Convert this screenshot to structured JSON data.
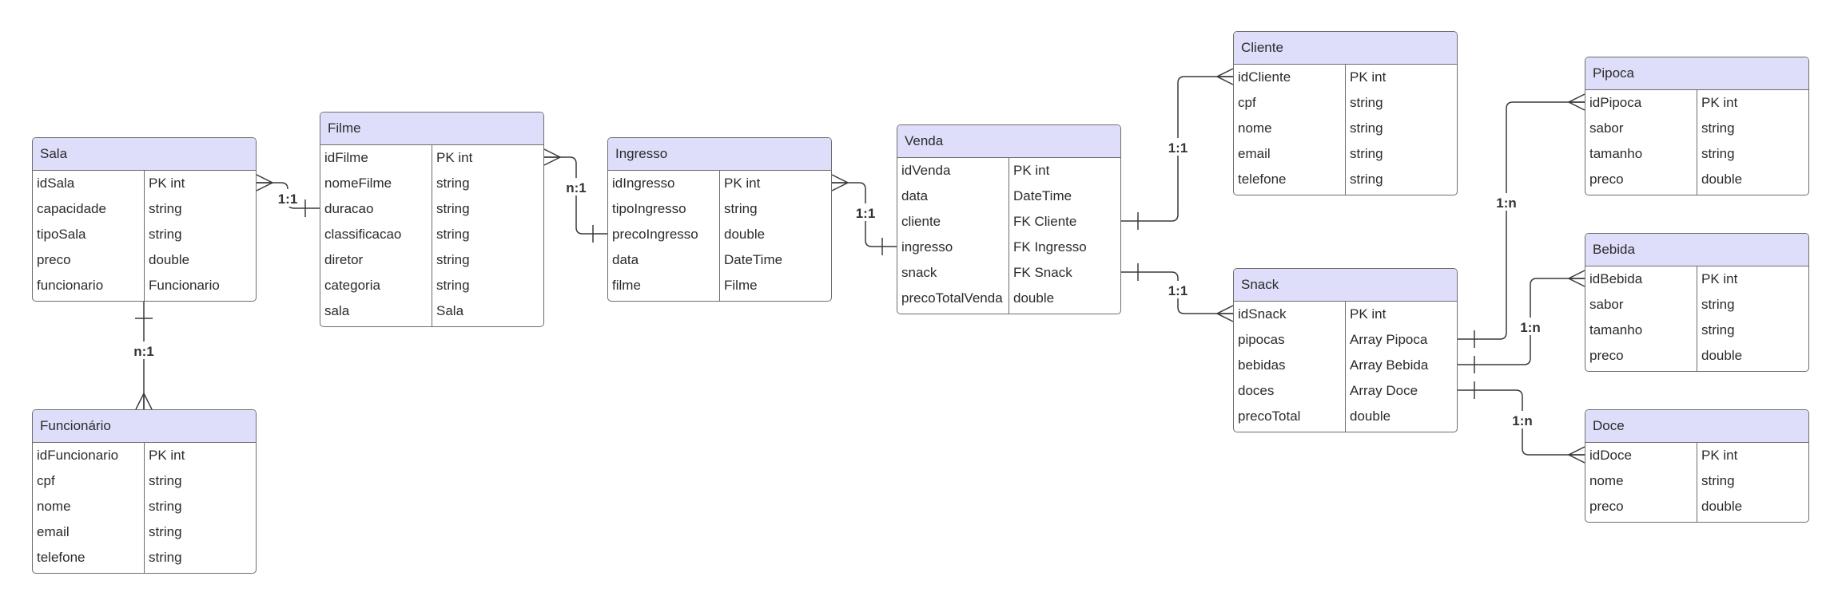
{
  "entities": [
    {
      "id": "sala",
      "title": "Sala",
      "rows": [
        {
          "name": "idSala",
          "type": "PK int"
        },
        {
          "name": "capacidade",
          "type": "string"
        },
        {
          "name": "tipoSala",
          "type": "string"
        },
        {
          "name": "preco",
          "type": "double"
        },
        {
          "name": "funcionario",
          "type": "Funcionario"
        }
      ]
    },
    {
      "id": "funcionario",
      "title": "Funcionário",
      "rows": [
        {
          "name": "idFuncionario",
          "type": "PK int"
        },
        {
          "name": "cpf",
          "type": "string"
        },
        {
          "name": "nome",
          "type": "string"
        },
        {
          "name": "email",
          "type": "string"
        },
        {
          "name": "telefone",
          "type": "string"
        }
      ]
    },
    {
      "id": "filme",
      "title": "Filme",
      "rows": [
        {
          "name": "idFilme",
          "type": "PK int"
        },
        {
          "name": "nomeFilme",
          "type": "string"
        },
        {
          "name": "duracao",
          "type": "string"
        },
        {
          "name": "classificacao",
          "type": "string"
        },
        {
          "name": "diretor",
          "type": "string"
        },
        {
          "name": "categoria",
          "type": "string"
        },
        {
          "name": "sala",
          "type": "Sala"
        }
      ]
    },
    {
      "id": "ingresso",
      "title": "Ingresso",
      "rows": [
        {
          "name": "idIngresso",
          "type": "PK int"
        },
        {
          "name": "tipoIngresso",
          "type": "string"
        },
        {
          "name": "precoIngresso",
          "type": "double"
        },
        {
          "name": "data",
          "type": "DateTime"
        },
        {
          "name": "filme",
          "type": "Filme"
        }
      ]
    },
    {
      "id": "venda",
      "title": "Venda",
      "rows": [
        {
          "name": "idVenda",
          "type": "PK int"
        },
        {
          "name": "data",
          "type": "DateTime"
        },
        {
          "name": "cliente",
          "type": "FK Cliente"
        },
        {
          "name": "ingresso",
          "type": "FK Ingresso"
        },
        {
          "name": "snack",
          "type": "FK Snack"
        },
        {
          "name": "precoTotalVenda",
          "type": "double"
        }
      ]
    },
    {
      "id": "cliente",
      "title": "Cliente",
      "rows": [
        {
          "name": "idCliente",
          "type": "PK int"
        },
        {
          "name": "cpf",
          "type": "string"
        },
        {
          "name": "nome",
          "type": "string"
        },
        {
          "name": "email",
          "type": "string"
        },
        {
          "name": "telefone",
          "type": "string"
        }
      ]
    },
    {
      "id": "snack",
      "title": "Snack",
      "rows": [
        {
          "name": "idSnack",
          "type": "PK int"
        },
        {
          "name": "pipocas",
          "type": "Array Pipoca"
        },
        {
          "name": "bebidas",
          "type": "Array Bebida"
        },
        {
          "name": "doces",
          "type": "Array Doce"
        },
        {
          "name": "precoTotal",
          "type": "double"
        }
      ]
    },
    {
      "id": "pipoca",
      "title": "Pipoca",
      "rows": [
        {
          "name": "idPipoca",
          "type": "PK int"
        },
        {
          "name": "sabor",
          "type": "string"
        },
        {
          "name": "tamanho",
          "type": "string"
        },
        {
          "name": "preco",
          "type": "double"
        }
      ]
    },
    {
      "id": "bebida",
      "title": "Bebida",
      "rows": [
        {
          "name": "idBebida",
          "type": "PK int"
        },
        {
          "name": "sabor",
          "type": "string"
        },
        {
          "name": "tamanho",
          "type": "string"
        },
        {
          "name": "preco",
          "type": "double"
        }
      ]
    },
    {
      "id": "doce",
      "title": "Doce",
      "rows": [
        {
          "name": "idDoce",
          "type": "PK int"
        },
        {
          "name": "nome",
          "type": "string"
        },
        {
          "name": "preco",
          "type": "double"
        }
      ]
    }
  ],
  "relationships": [
    {
      "id": "sala-filme",
      "from": "sala",
      "to": "filme",
      "label": "1:1"
    },
    {
      "id": "sala-funcionario",
      "from": "sala",
      "to": "funcionario",
      "label": "n:1"
    },
    {
      "id": "filme-ingresso",
      "from": "filme",
      "to": "ingresso",
      "label": "n:1"
    },
    {
      "id": "ingresso-venda",
      "from": "ingresso",
      "to": "venda",
      "label": "1:1"
    },
    {
      "id": "venda-cliente",
      "from": "venda",
      "to": "cliente",
      "label": "1:1"
    },
    {
      "id": "venda-snack",
      "from": "venda",
      "to": "snack",
      "label": "1:1"
    },
    {
      "id": "snack-pipoca",
      "from": "snack",
      "to": "pipoca",
      "label": "1:n"
    },
    {
      "id": "snack-bebida",
      "from": "snack",
      "to": "bebida",
      "label": "1:n"
    },
    {
      "id": "snack-doce",
      "from": "snack",
      "to": "doce",
      "label": "1:n"
    }
  ],
  "colors": {
    "header": "#dedefa",
    "border": "#6d6d6d",
    "line": "#3a3a3a"
  }
}
